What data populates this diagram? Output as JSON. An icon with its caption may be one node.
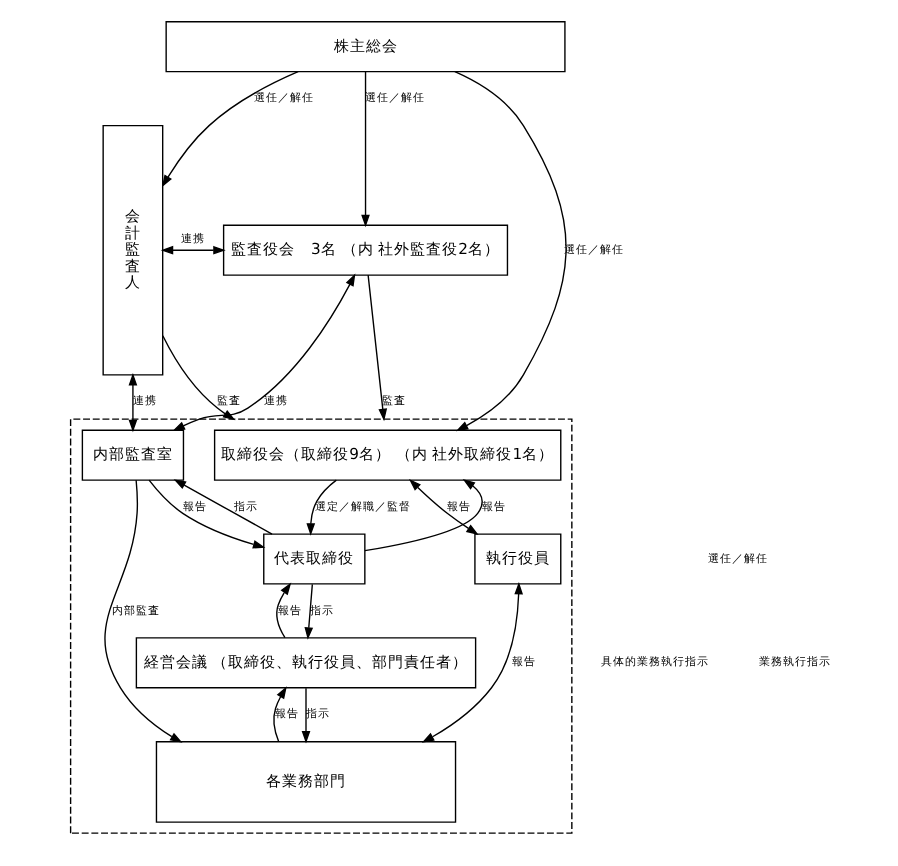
{
  "diagram": {
    "nodes": [
      {
        "text": [
          "株主総会"
        ]
      },
      {
        "text": [
          "会計監査人"
        ]
      },
      {
        "text": [
          "監査役会　3名 （内 社外監査役2名）"
        ]
      },
      {
        "text": [],
        "shape": "box"
      },
      {
        "text": [
          "取締役会（取締役9名） （内 社外取締役1名）"
        ],
        "in": 3
      },
      {
        "text": [
          "内部監査室"
        ],
        "in": 3
      },
      {
        "text": [
          "代表取締役"
        ],
        "in": 3
      },
      {
        "text": [
          "執行役員"
        ],
        "in": 3
      },
      {
        "text": [
          "経営会議 （取締役、執行役員、部門責任者）"
        ],
        "in": 3
      },
      {
        "text": [
          "各業務部門"
        ],
        "in": 3
      }
    ],
    "edges": [
      {
        "from": 0,
        "to": 1,
        "arrow": "to",
        "label": "選任／解任"
      },
      {
        "from": 0,
        "to": 2,
        "arrow": "to",
        "label": "選任／解任"
      },
      {
        "from": 0,
        "to": 4,
        "arrow": "to",
        "label": "選任／解任"
      },
      {
        "from": 1,
        "to": 2,
        "arrow": "both",
        "label": "連携"
      },
      {
        "from": 2,
        "to": 3,
        "arrow": "to",
        "label": "監査"
      },
      {
        "from": 2,
        "to": 5,
        "arrow": "both",
        "label": "連携"
      },
      {
        "from": 1,
        "to": 5,
        "arrow": "both",
        "label": "連携"
      },
      {
        "from": 1,
        "to": 3,
        "arrow": "to",
        "label": "監査"
      },
      {
        "from": 4,
        "to": 6,
        "arrow": "to",
        "label": "選定／解職／監督"
      },
      {
        "from": 6,
        "to": 4,
        "arrow": "to",
        "label": "報告"
      },
      {
        "from": 4,
        "to": 7,
        "arrow": "both",
        "label": "報告"
      },
      {
        "from": 6,
        "to": 5,
        "arrow": "to",
        "label": "指示"
      },
      {
        "from": 5,
        "to": 6,
        "arrow": "to",
        "label": "報告"
      },
      {
        "from": 6,
        "to": 8,
        "arrow": "to",
        "label": "指示"
      },
      {
        "from": 8,
        "to": 6,
        "arrow": "to",
        "label": "報告"
      },
      {
        "from": 5,
        "to": 9,
        "arrow": "to",
        "label": "内部監査"
      },
      {
        "from": 8,
        "to": 9,
        "arrow": "to",
        "label": "指示"
      },
      {
        "from": 9,
        "to": 8,
        "arrow": "to",
        "label": "報告"
      },
      {
        "from": 7,
        "to": 9,
        "arrow": "both",
        "label": "報告"
      }
    ],
    "labels": [
      "選任／解任",
      "業務執行指示",
      "具体的業務執行指示"
    ]
  }
}
